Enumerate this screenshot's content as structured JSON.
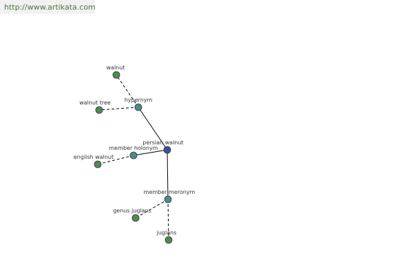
{
  "header": {
    "url": "http://www.artikata.com"
  },
  "colors": {
    "root": "#3a4f9a",
    "relation": "#4f8a8a",
    "term": "#4f8a4f",
    "node_stroke": "#333333",
    "edge": "#000000"
  },
  "graph": {
    "nodes": [
      {
        "id": "persian_walnut",
        "label": "persian walnut",
        "kind": "root"
      },
      {
        "id": "hypernym",
        "label": "hypernym",
        "kind": "relation"
      },
      {
        "id": "member_holonym",
        "label": "member holonym",
        "kind": "relation"
      },
      {
        "id": "member_meronym",
        "label": "member meronym",
        "kind": "relation"
      },
      {
        "id": "walnut",
        "label": "walnut",
        "kind": "term"
      },
      {
        "id": "walnut_tree",
        "label": "walnut tree",
        "kind": "term"
      },
      {
        "id": "english_walnut",
        "label": "english walnut",
        "kind": "term"
      },
      {
        "id": "genus_juglans",
        "label": "genus juglans",
        "kind": "term"
      },
      {
        "id": "juglans",
        "label": "juglans",
        "kind": "term"
      }
    ],
    "edges": [
      {
        "from": "persian_walnut",
        "to": "hypernym",
        "style": "solid"
      },
      {
        "from": "persian_walnut",
        "to": "member_holonym",
        "style": "solid"
      },
      {
        "from": "persian_walnut",
        "to": "member_meronym",
        "style": "solid"
      },
      {
        "from": "hypernym",
        "to": "walnut",
        "style": "dashed"
      },
      {
        "from": "hypernym",
        "to": "walnut_tree",
        "style": "dashed"
      },
      {
        "from": "member_holonym",
        "to": "english_walnut",
        "style": "dashed"
      },
      {
        "from": "member_meronym",
        "to": "genus_juglans",
        "style": "dashed"
      },
      {
        "from": "member_meronym",
        "to": "juglans",
        "style": "dashed"
      }
    ]
  }
}
